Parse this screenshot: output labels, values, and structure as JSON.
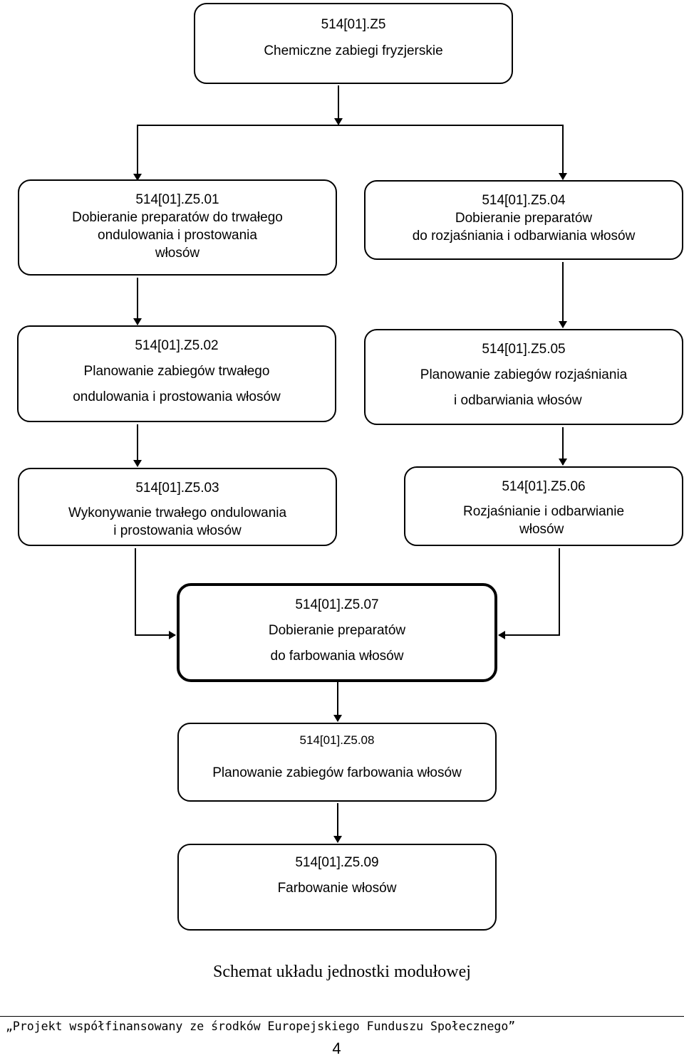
{
  "boxes": {
    "z5": {
      "code": "514[01].Z5",
      "lines": [
        "Chemiczne zabiegi fryzjerskie"
      ]
    },
    "z501": {
      "code": "514[01].Z5.01",
      "lines": [
        "Dobieranie preparatów do trwałego",
        "ondulowania i prostowania",
        "włosów"
      ]
    },
    "z502": {
      "code": "514[01].Z5.02",
      "lines": [
        "Planowanie zabiegów trwałego",
        "ondulowania i prostowania włosów"
      ]
    },
    "z503": {
      "code": "514[01].Z5.03",
      "lines": [
        "Wykonywanie trwałego ondulowania",
        "i prostowania włosów"
      ]
    },
    "z504": {
      "code": "514[01].Z5.04",
      "lines": [
        "Dobieranie preparatów",
        "do rozjaśniania i odbarwiania włosów"
      ]
    },
    "z505": {
      "code": "514[01].Z5.05",
      "lines": [
        "Planowanie zabiegów rozjaśniania",
        "i odbarwiania włosów"
      ]
    },
    "z506": {
      "code": "514[01].Z5.06",
      "lines": [
        "Rozjaśnianie i odbarwianie",
        "włosów"
      ]
    },
    "z507": {
      "code": "514[01].Z5.07",
      "lines": [
        "Dobieranie preparatów",
        "do farbowania włosów"
      ]
    },
    "z508": {
      "code": "514[01].Z5.08",
      "lines": [
        "Planowanie zabiegów farbowania włosów"
      ]
    },
    "z509": {
      "code": "514[01].Z5.09",
      "lines": [
        "Farbowanie włosów"
      ]
    }
  },
  "caption": "Schemat układu jednostki modułowej",
  "footer": "„Projekt współfinansowany ze środków Europejskiego Funduszu Społecznego”",
  "page_number": "4"
}
